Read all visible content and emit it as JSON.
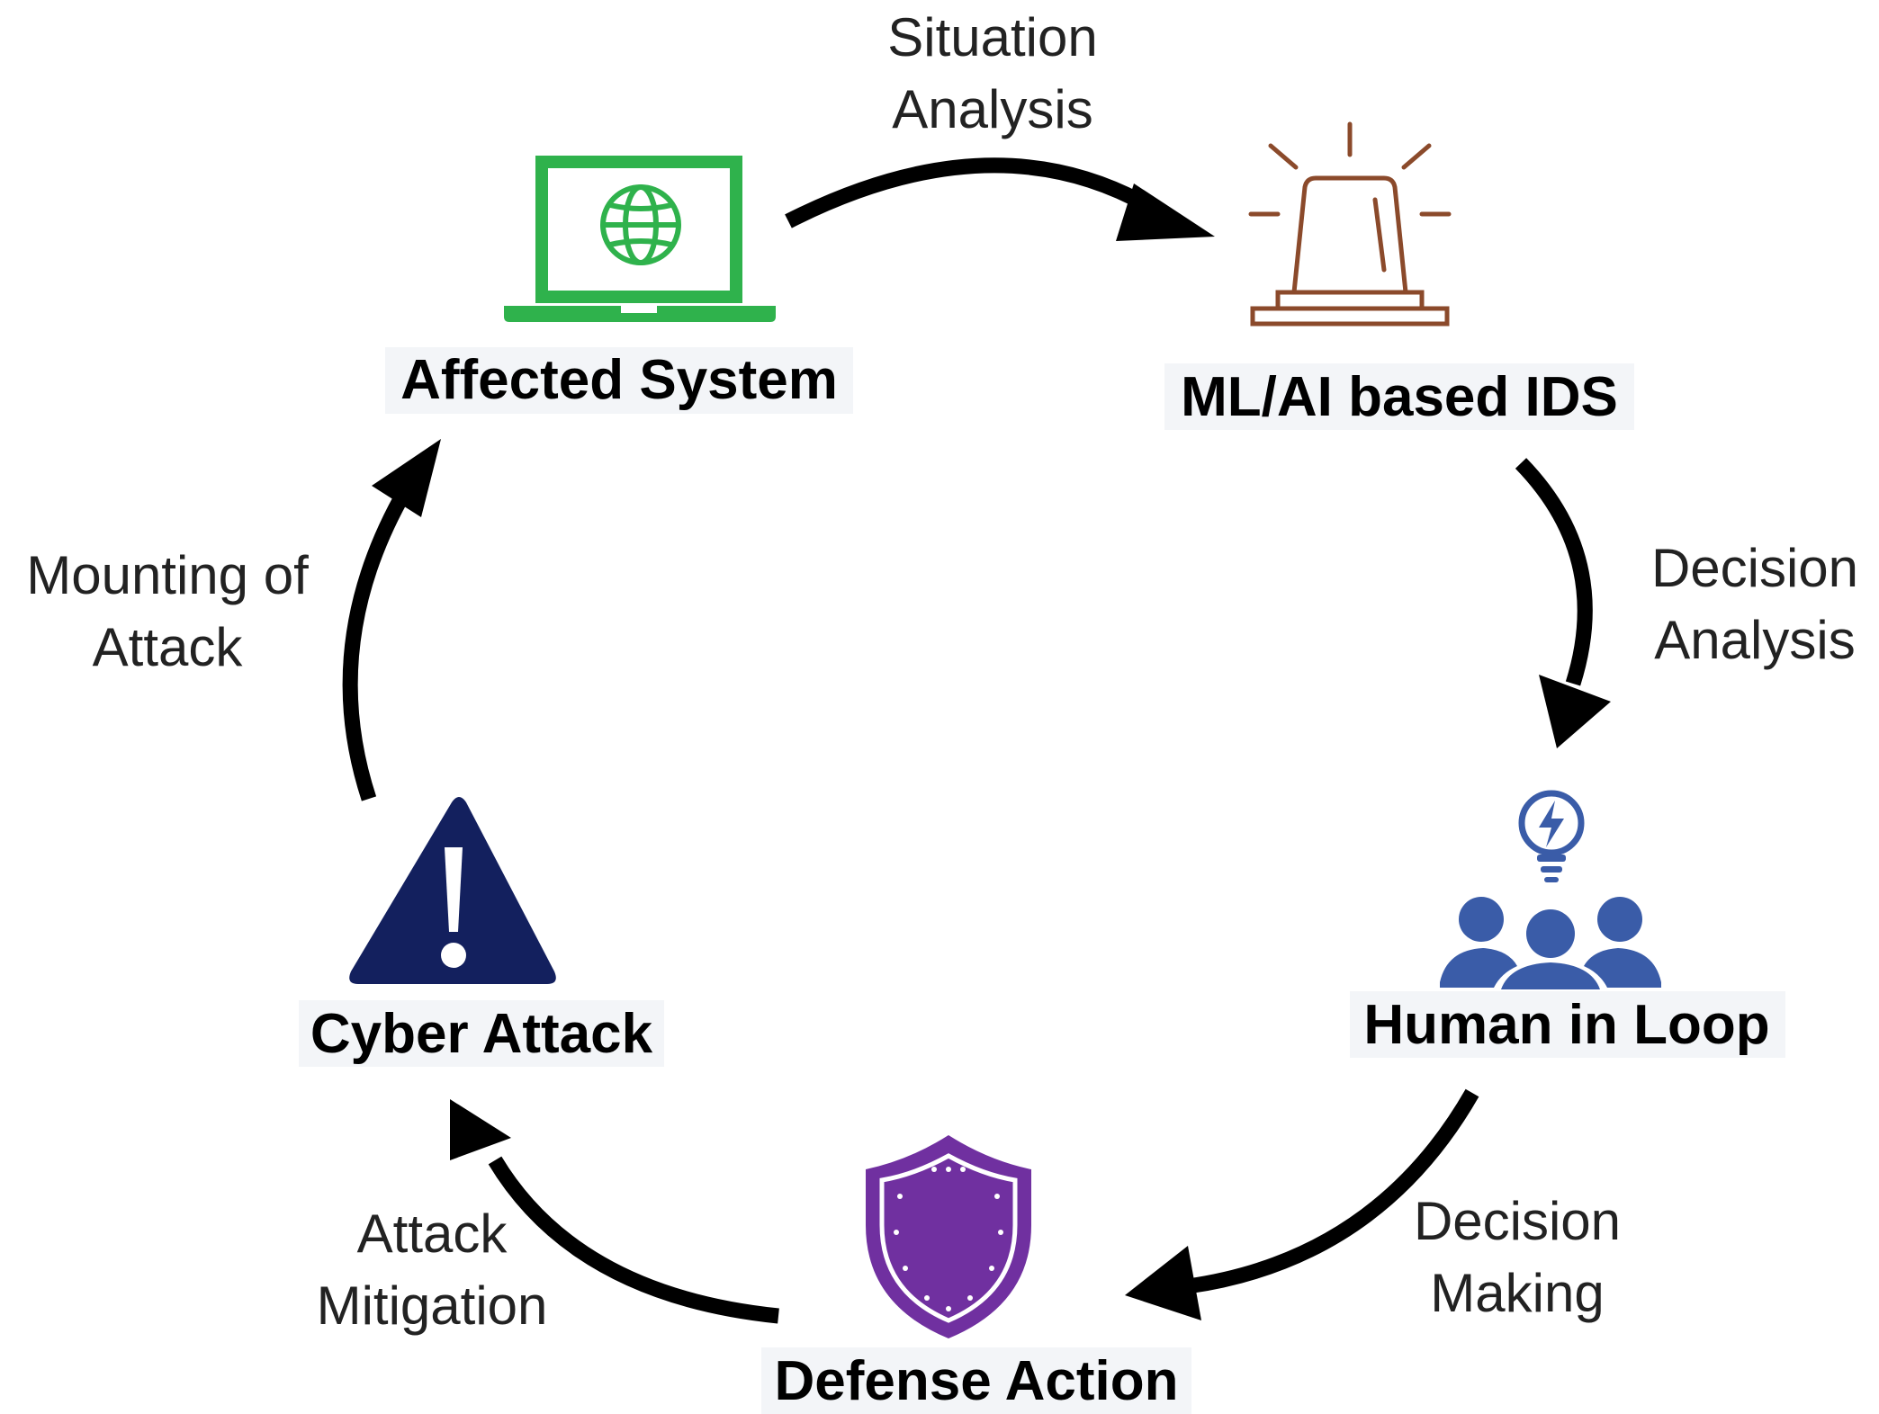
{
  "colors": {
    "affected_system": "#2fb24c",
    "ids_alarm": "#8b4a2b",
    "human_in_loop": "#3a5ca8",
    "defense_shield": "#7030a0",
    "cyber_attack": "#13205e",
    "arrow": "#000000"
  },
  "nodes": {
    "affected_system": {
      "label": "Affected System",
      "icon": "laptop-globe-icon"
    },
    "ml_ai_ids": {
      "label": "ML/AI based IDS",
      "icon": "alarm-siren-icon"
    },
    "human_in_loop": {
      "label": "Human in Loop",
      "icon": "team-idea-icon"
    },
    "defense_action": {
      "label": "Defense Action",
      "icon": "shield-icon"
    },
    "cyber_attack": {
      "label": "Cyber Attack",
      "icon": "warning-triangle-icon"
    }
  },
  "edges": {
    "situation_analysis": {
      "from": "Affected System",
      "to": "ML/AI based IDS",
      "line1": "Situation",
      "line2": "Analysis"
    },
    "decision_analysis": {
      "from": "ML/AI based IDS",
      "to": "Human in Loop",
      "line1": "Decision",
      "line2": "Analysis"
    },
    "decision_making": {
      "from": "Human in Loop",
      "to": "Defense Action",
      "line1": "Decision",
      "line2": "Making"
    },
    "attack_mitigation": {
      "from": "Defense Action",
      "to": "Cyber Attack",
      "line1": "Attack",
      "line2": "Mitigation"
    },
    "mounting_of_attack": {
      "from": "Cyber Attack",
      "to": "Affected System",
      "line1": "Mounting of",
      "line2": "Attack"
    }
  }
}
